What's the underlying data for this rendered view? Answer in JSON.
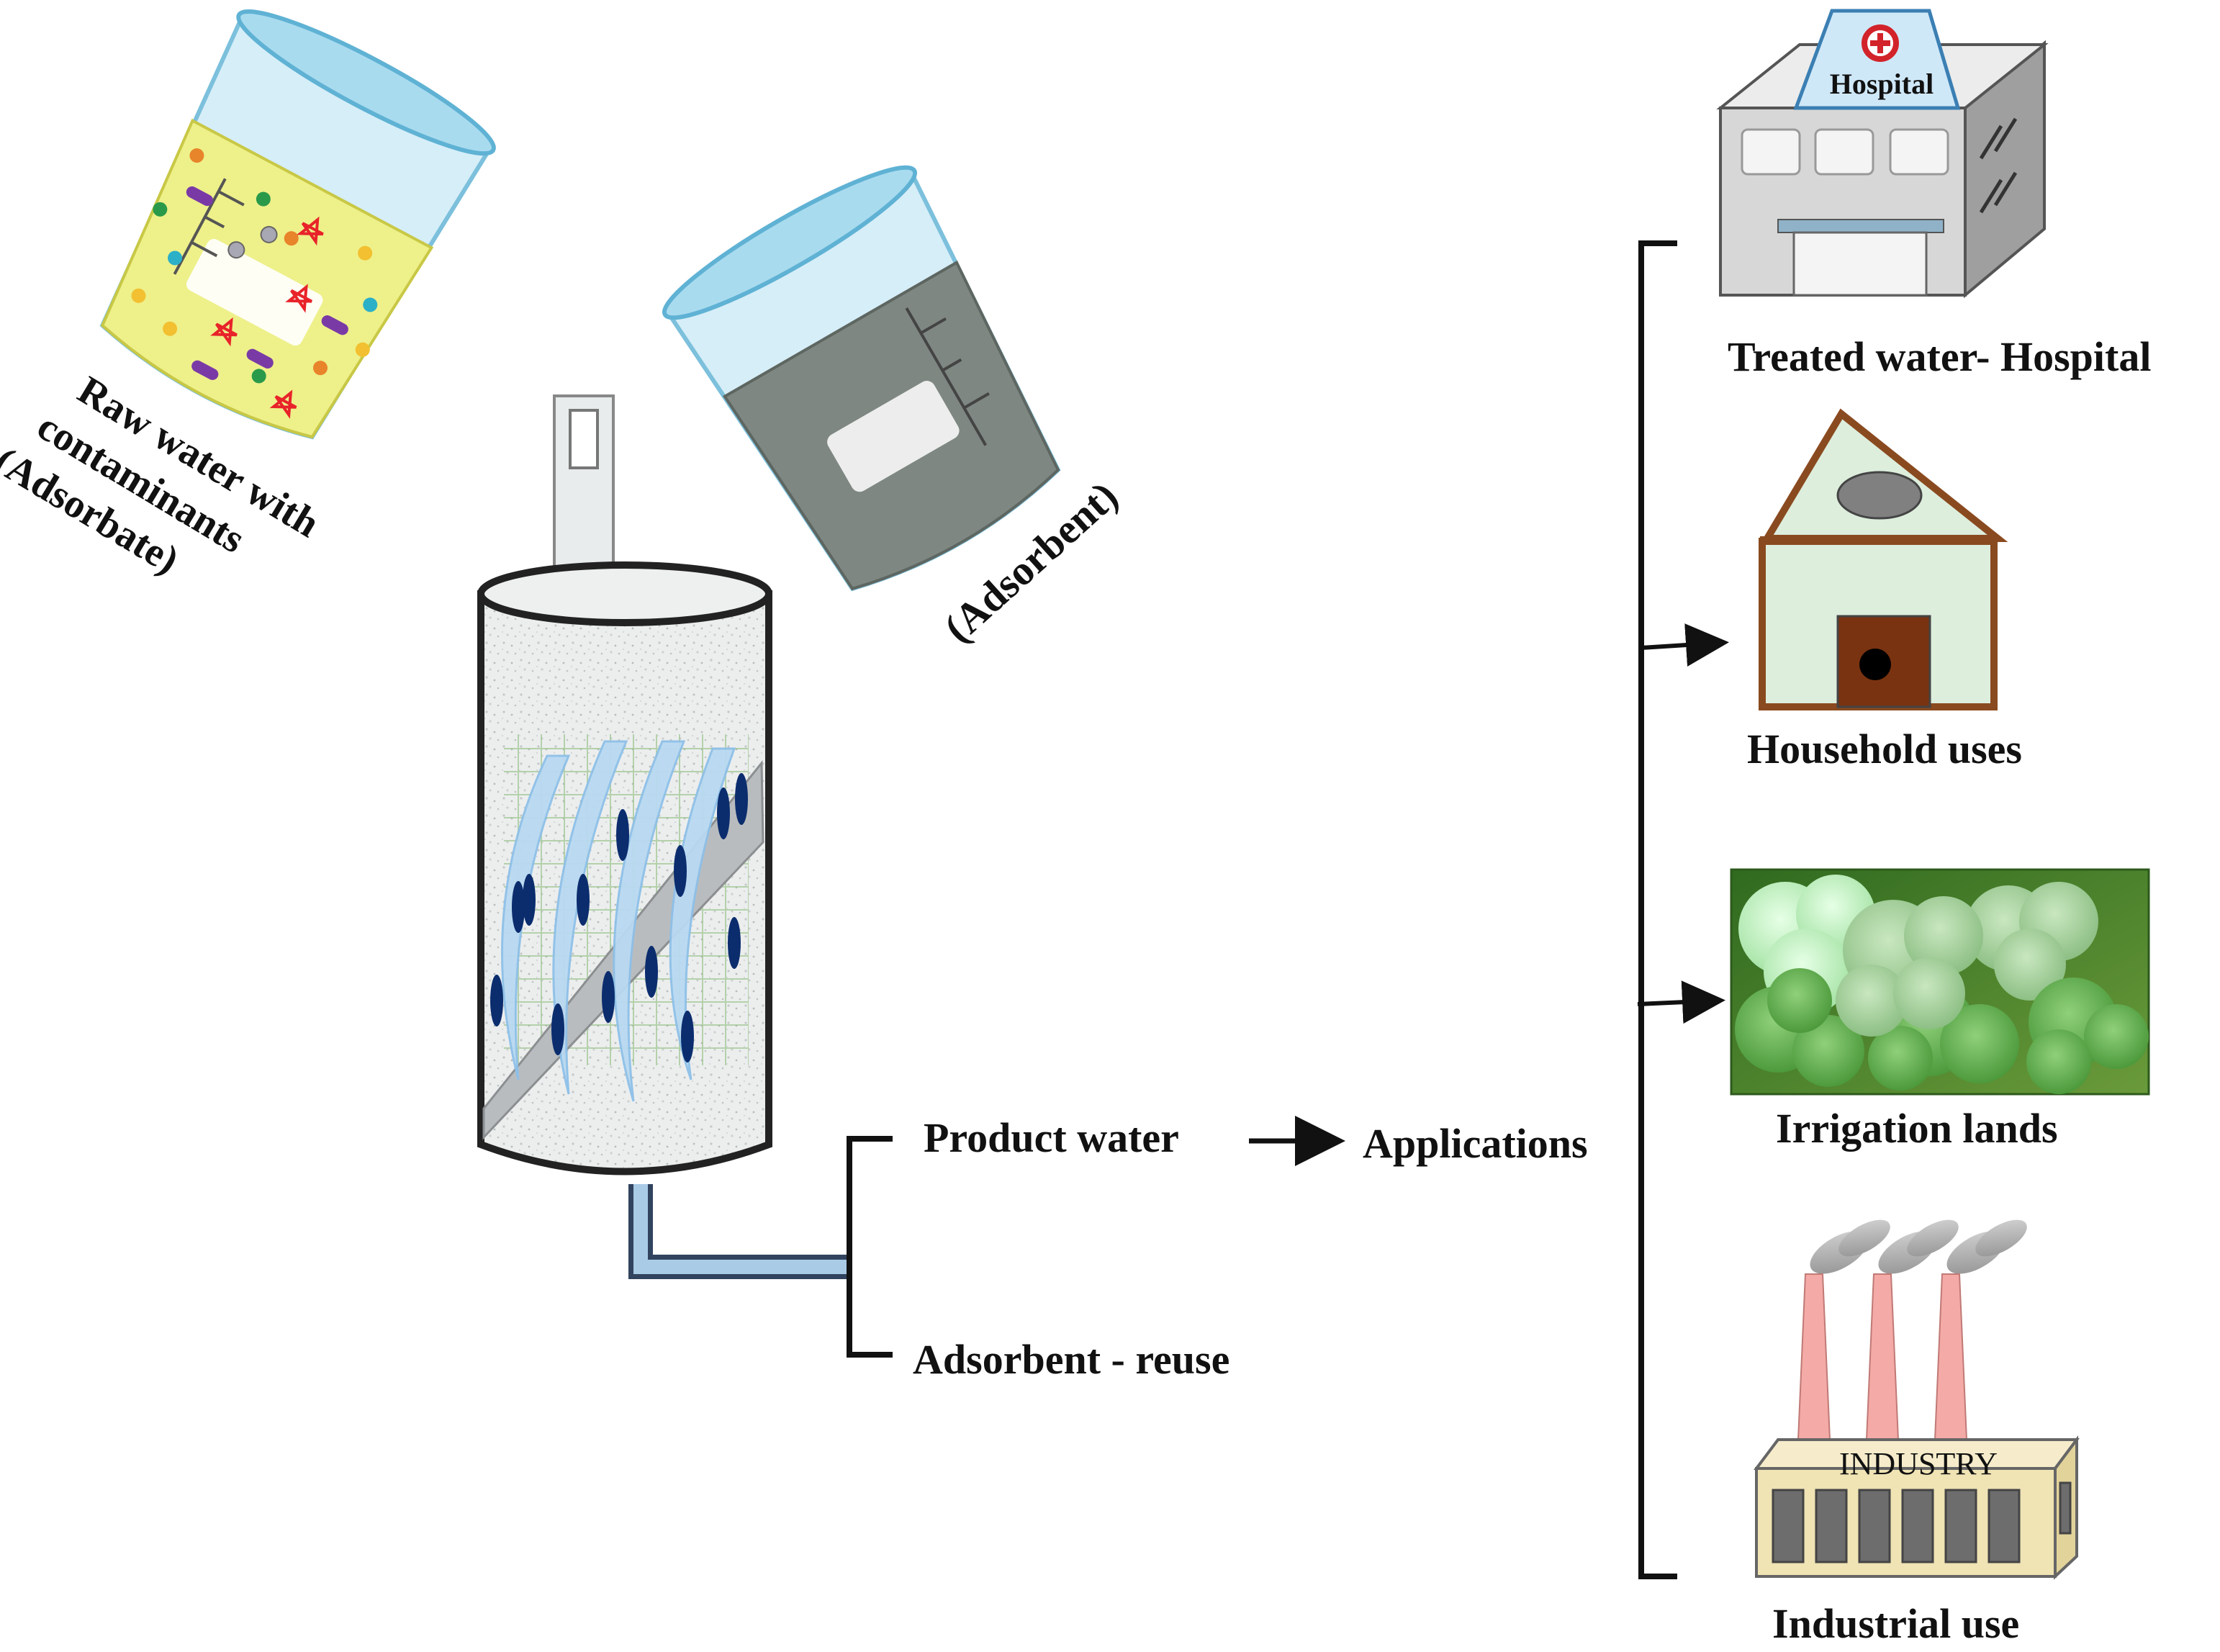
{
  "labels": {
    "raw_water_line1": "Raw water with",
    "raw_water_line2": "contaminants",
    "raw_water_line3": "(Adsorbate)",
    "adsorbent": "(Adsorbent)",
    "product_water": "Product water",
    "adsorbent_reuse": "Adsorbent - reuse",
    "applications": "Applications",
    "hospital_caption": "Treated water- Hospital",
    "hospital_sign": "Hospital",
    "household_caption": "Household uses",
    "irrigation_caption": "Irrigation lands",
    "industrial_caption": "Industrial use",
    "industry_sign": "INDUSTRY"
  },
  "colors": {
    "raw_liquid": "#eef08a",
    "adsorbent_liquid": "#7e8781",
    "beaker_glass": "#cde9f6",
    "column_fill": "#e9ecec",
    "chimney": "#f4aaa6",
    "factory_body": "#f0e3b4",
    "house_wall": "#ddeedd",
    "house_roof_line": "#8a4a1f",
    "door": "#7a3310",
    "foliage": "#5ea04a",
    "field_bg": "#3f7a2a"
  }
}
